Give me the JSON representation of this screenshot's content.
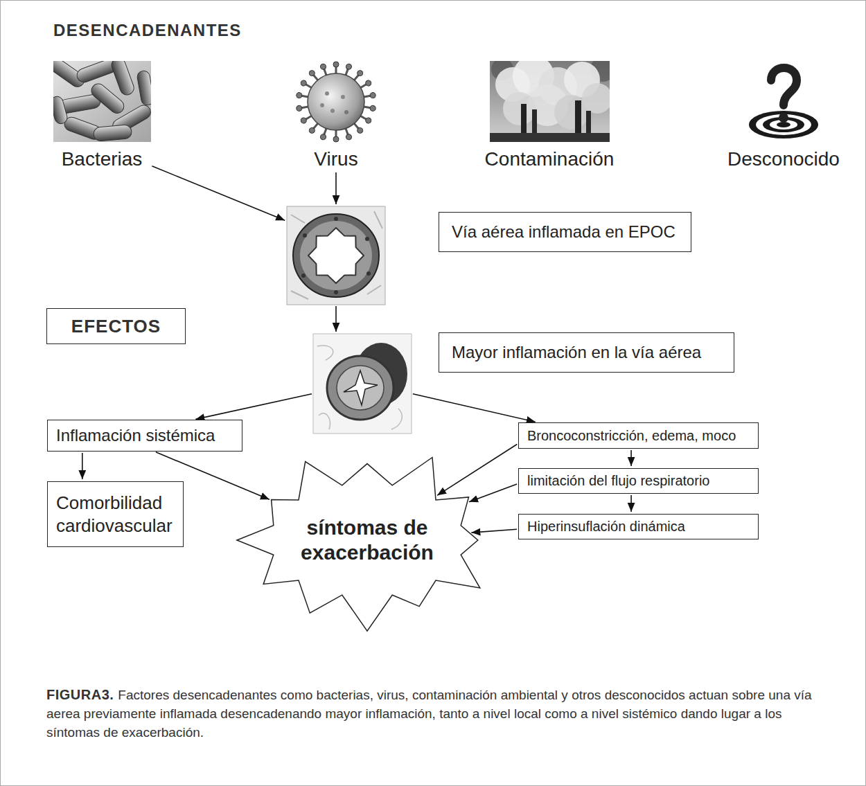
{
  "diagram": {
    "title": "DESENCADENANTES",
    "caption": "Factores desencadenantes como bacterias, virus, contaminación ambiental y otros desconocidos actuan sobre una vía aerea previamente inflamada desencadenando mayor inflamación, tanto a nivel local como a nivel sistémico dando lugar a los síntomas de exacerbación.",
    "nodes": [
      {
        "text": [
          "Bacterias"
        ]
      },
      {
        "text": [
          "Virus"
        ]
      },
      {
        "text": [
          "Contaminación"
        ]
      },
      {
        "text": [
          "Desconocido"
        ]
      },
      {
        "text": [
          "Vía aérea inflamada en EPOC"
        ]
      },
      {
        "text": [
          "EFECTOS"
        ]
      },
      {
        "text": [
          "Mayor inflamación en la vía aérea"
        ]
      },
      {
        "text": [
          "Inflamación sistémica"
        ]
      },
      {
        "text": [
          "Broncoconstricción, edema, moco"
        ]
      },
      {
        "text": [
          "Comorbilidad cardiovascular"
        ]
      },
      {
        "text": [
          "síntomas de exacerbación"
        ]
      },
      {
        "text": [
          "limitación del flujo respiratorio"
        ]
      },
      {
        "text": [
          "Hiperinsuflación dinámica"
        ]
      }
    ],
    "edges": [
      {
        "from": 0,
        "to": 4,
        "arrow": "to"
      },
      {
        "from": 1,
        "to": 4,
        "arrow": "to"
      },
      {
        "from": 4,
        "to": 6,
        "arrow": "to"
      },
      {
        "from": 6,
        "to": 7,
        "arrow": "to"
      },
      {
        "from": 6,
        "to": 8,
        "arrow": "to"
      },
      {
        "from": 7,
        "to": 9,
        "arrow": "to"
      },
      {
        "from": 7,
        "to": 10,
        "arrow": "to"
      },
      {
        "from": 8,
        "to": 10,
        "arrow": "to"
      },
      {
        "from": 8,
        "to": 11,
        "arrow": "to"
      },
      {
        "from": 11,
        "to": 10,
        "arrow": "to"
      },
      {
        "from": 11,
        "to": 12,
        "arrow": "to"
      },
      {
        "from": 12,
        "to": 10,
        "arrow": "to"
      }
    ],
    "labels": [
      "FIGURA3."
    ]
  }
}
